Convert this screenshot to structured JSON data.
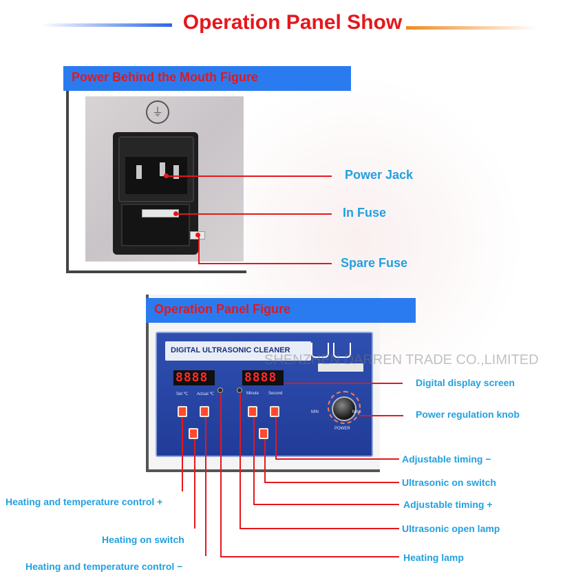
{
  "title": "Operation Panel Show",
  "section_power": {
    "banner": "Power Behind the Mouth Figure",
    "callouts": {
      "power_jack": "Power Jack",
      "in_fuse": "In Fuse",
      "spare_fuse": "Spare Fuse"
    }
  },
  "section_panel": {
    "banner": "Operation Panel Figure",
    "watermark": "SHENZHEN DARREN TRADE CO.,LIMITED",
    "panel": {
      "header": "DIGITAL ULTRASONIC CLEANER",
      "display_left": "8888",
      "display_right": "8888",
      "label_set": "Set  ℃",
      "label_actual": "Actual ℃",
      "label_minute": "Minute",
      "label_second": "Second",
      "knob_min": "MIN",
      "knob_max": "MAX",
      "knob_power": "POWER"
    },
    "callouts": {
      "digital_display": "Digital display screen",
      "power_knob": "Power regulation knob",
      "adj_timing_minus": "Adjustable timing −",
      "ultrasonic_on": "Ultrasonic on switch",
      "adj_timing_plus": "Adjustable timing +",
      "ultrasonic_lamp": "Ultrasonic open lamp",
      "heating_lamp": "Heating lamp",
      "heat_temp_plus": "Heating and temperature control +",
      "heating_on": "Heating on switch",
      "heat_temp_minus": "Heating and temperature control −"
    }
  },
  "colors": {
    "title_red": "#e5171c",
    "callout_blue": "#22a0e0",
    "banner_blue": "#2b7bf0",
    "panel_blue": "#2f4fb0"
  }
}
